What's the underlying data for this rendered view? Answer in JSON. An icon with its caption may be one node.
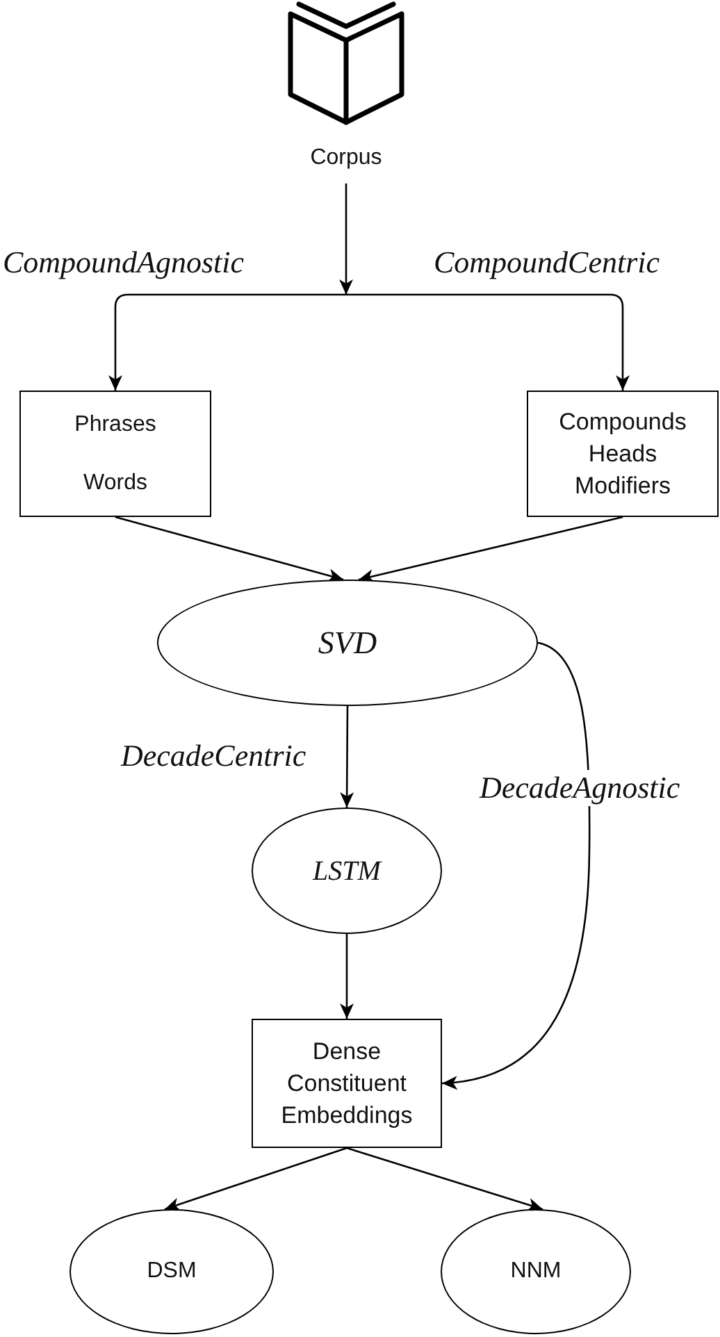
{
  "diagram": {
    "nodes": [
      {
        "text": [
          "Corpus"
        ]
      },
      {
        "text": [
          "Phrases",
          "Words"
        ]
      },
      {
        "text": [
          "Compounds",
          "Heads",
          "Modifiers"
        ]
      },
      {
        "text": [
          "SVD"
        ]
      },
      {
        "text": [
          "LSTM"
        ]
      },
      {
        "text": [
          "Dense Constituent Embeddings"
        ]
      },
      {
        "text": [
          "DSM"
        ]
      },
      {
        "text": [
          "NNM"
        ]
      }
    ],
    "edges": [
      {
        "from": 0,
        "to": 1,
        "arrow": "to",
        "label": "CompoundAgnostic"
      },
      {
        "from": 0,
        "to": 2,
        "arrow": "to",
        "label": "CompoundCentric"
      },
      {
        "from": 1,
        "to": 3,
        "arrow": "to"
      },
      {
        "from": 2,
        "to": 3,
        "arrow": "to"
      },
      {
        "from": 3,
        "to": 4,
        "arrow": "to",
        "label": "DecadeCentric"
      },
      {
        "from": 3,
        "to": 5,
        "arrow": "to",
        "label": "DecadeAgnostic"
      },
      {
        "from": 4,
        "to": 5,
        "arrow": "to"
      },
      {
        "from": 5,
        "to": 6,
        "arrow": "to"
      },
      {
        "from": 5,
        "to": 7,
        "arrow": "to"
      }
    ]
  }
}
